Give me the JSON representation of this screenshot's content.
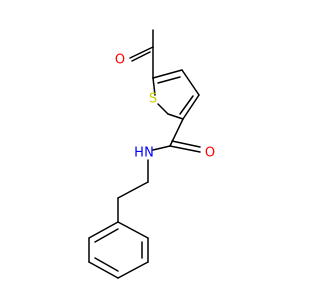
{
  "molecule": {
    "atoms": {
      "carbonyl_oxygen_top": {
        "label": "O",
        "color": "#ff0000"
      },
      "ring_sulfur": {
        "label": "S",
        "color": "#cccc00"
      },
      "amide_nitrogen": {
        "label": "N",
        "color": "#0000ff"
      },
      "amide_oxygen": {
        "label": "O",
        "color": "#ff0000"
      },
      "amide_hydrogen": {
        "label": "H",
        "color": "#0000ff"
      }
    },
    "bond_color": "#000000",
    "background": "#ffffff"
  }
}
